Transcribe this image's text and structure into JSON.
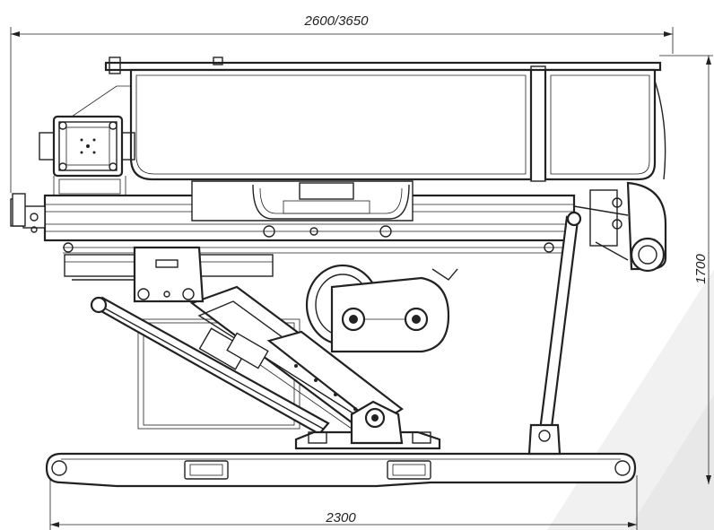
{
  "dimensions": {
    "overall_width": "2600/3650",
    "height": "1700",
    "base_length": "2300"
  },
  "colors": {
    "line": "#222222",
    "background": "#ffffff",
    "glare": "#e9e9e9"
  }
}
